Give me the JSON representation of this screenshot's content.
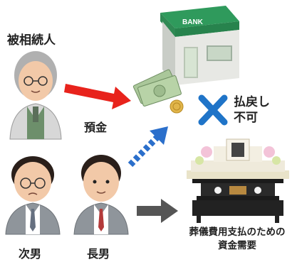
{
  "people": {
    "deceased_label": "被相続人",
    "second_son_label": "次男",
    "eldest_son_label": "長男"
  },
  "flow": {
    "deposit_label": "預金",
    "refusal_label_line1": "払戻し",
    "refusal_label_line2": "不可"
  },
  "bank": {
    "sign_text": "BANK"
  },
  "funeral": {
    "label_line1": "葬儀費用支払のための",
    "label_line2": "資金需要"
  },
  "colors": {
    "red_arrow": "#e8231c",
    "blue_dotted_arrow": "#2b6fcb",
    "gray_arrow": "#555555",
    "cross": "#1f74c8",
    "bank_roof": "#2f9a5c"
  }
}
